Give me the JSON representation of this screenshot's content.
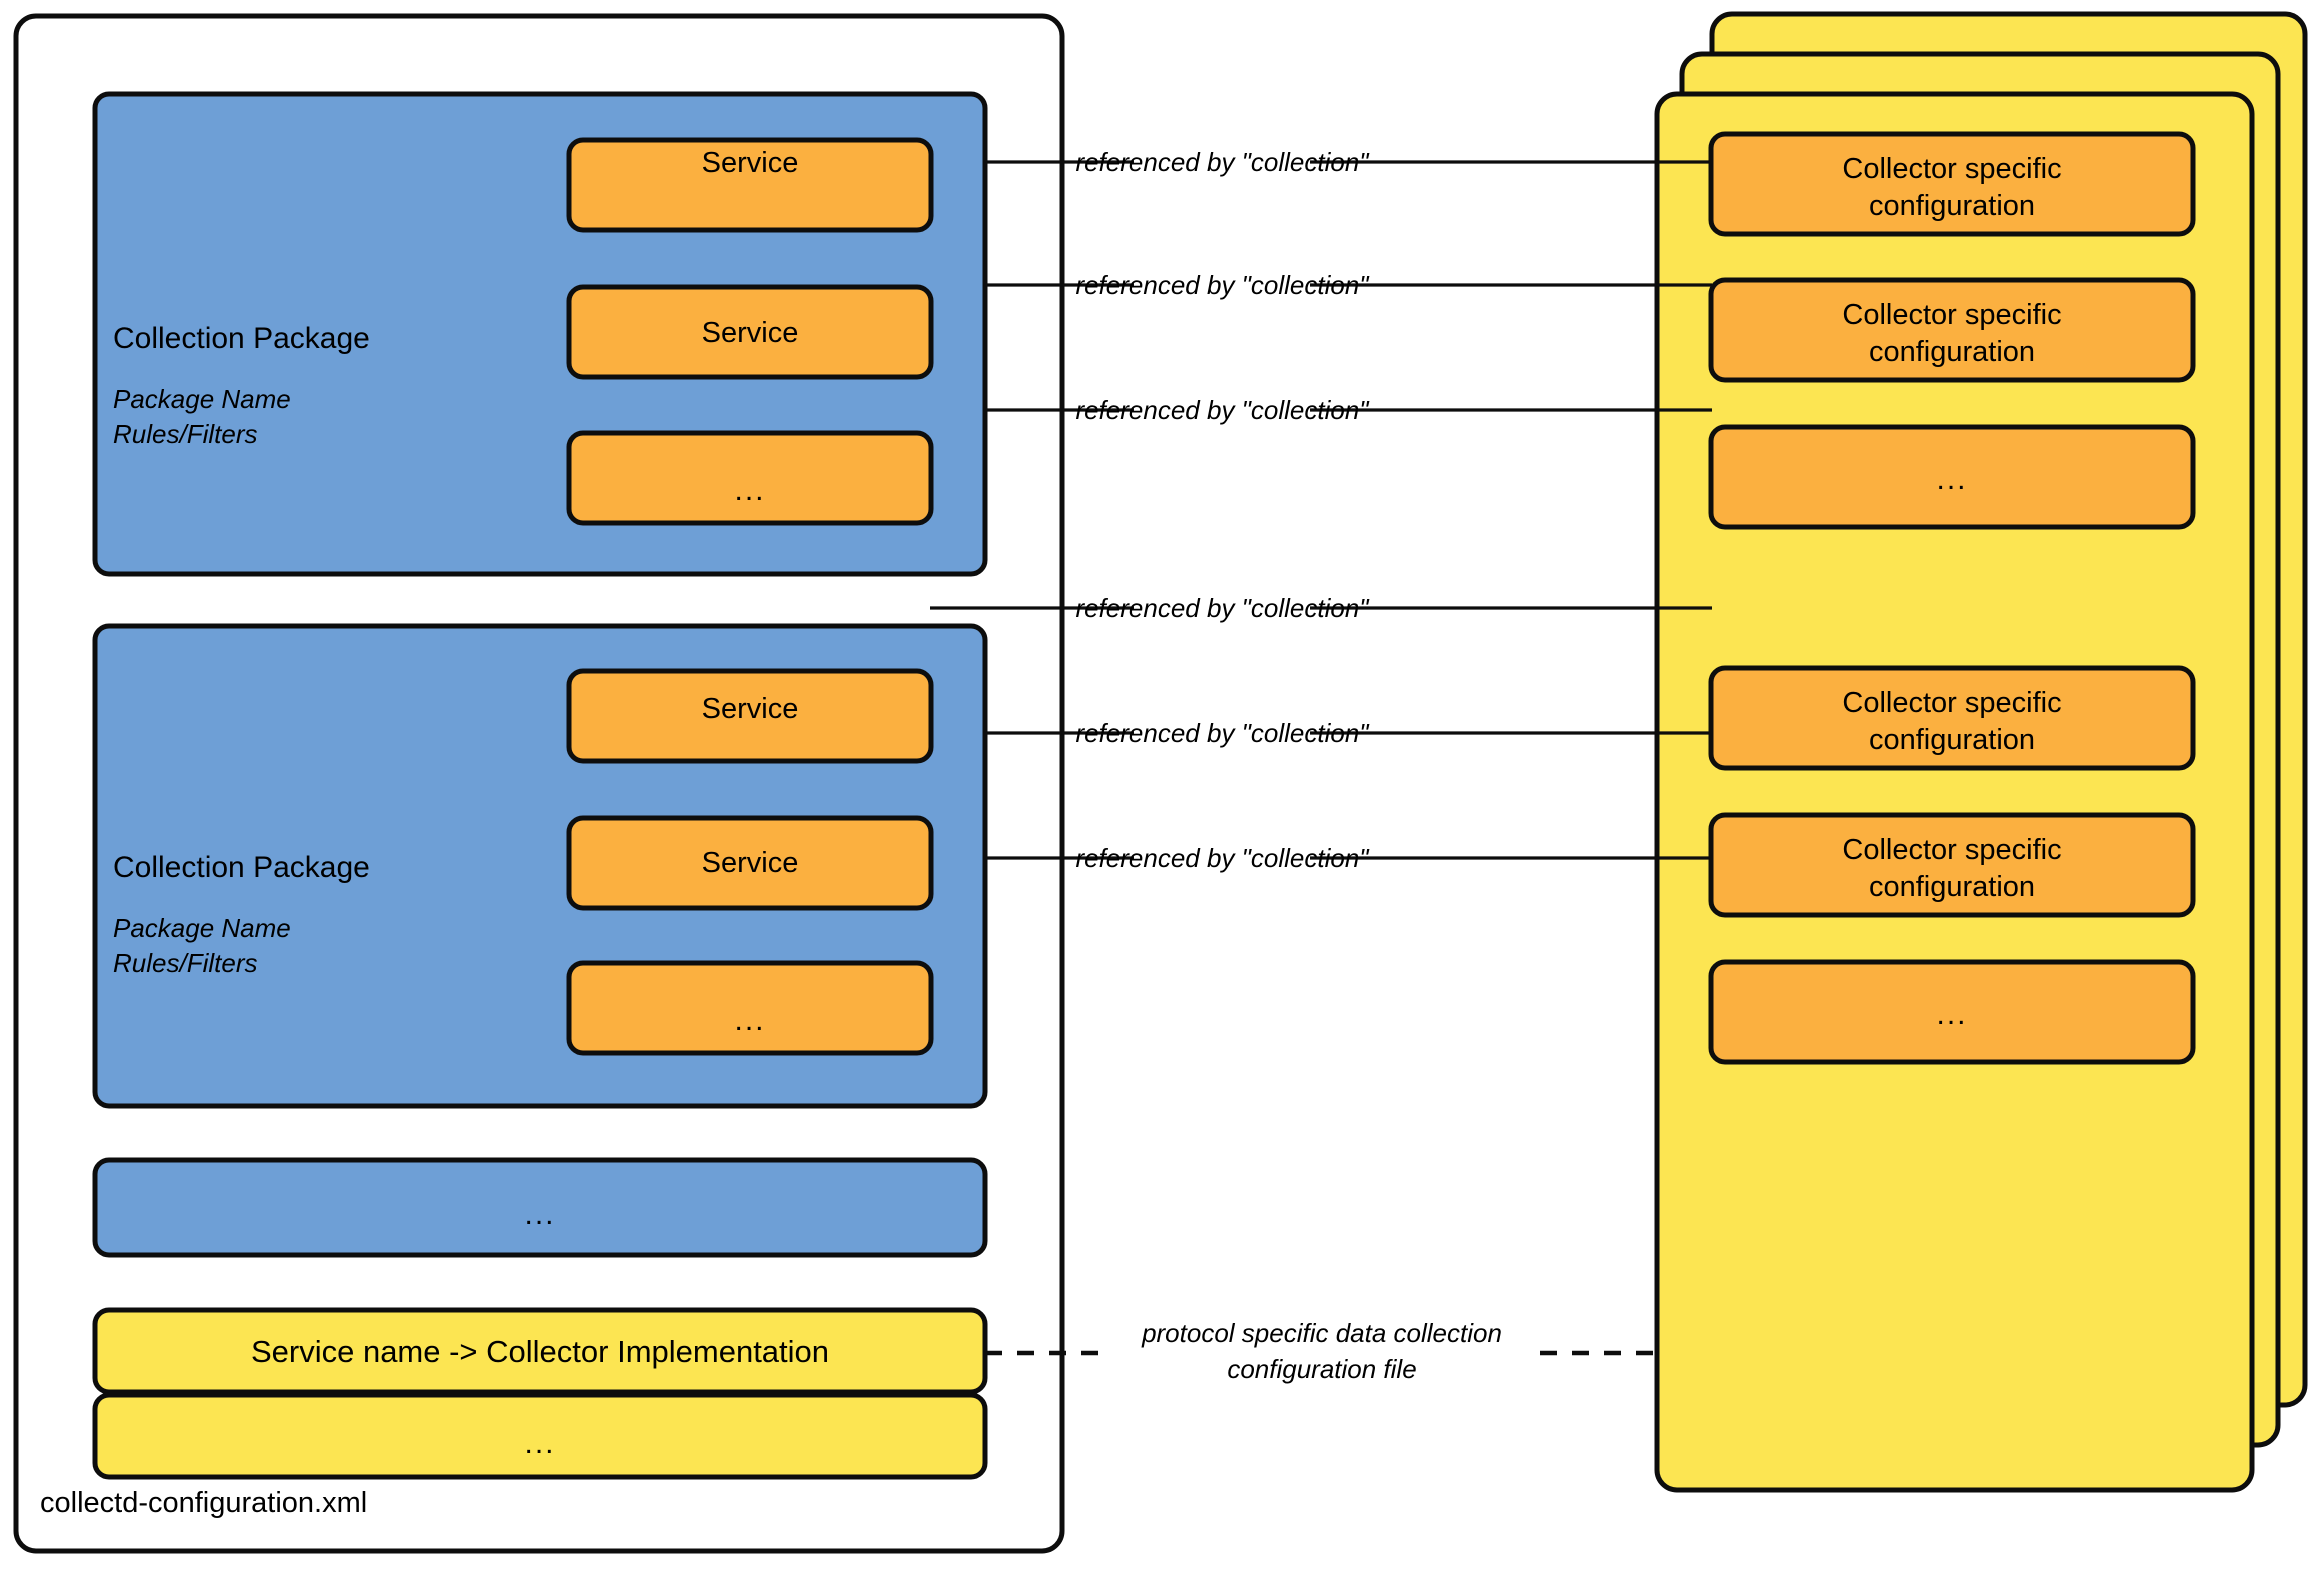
{
  "diagram": {
    "title_caption": "collectd-configuration.xml",
    "colors": {
      "blue_package": "#6E9FD6",
      "orange_service": "#FBB040",
      "yellow_panel": "#FCE552",
      "outline": "#0D0D0D",
      "background": "#FFFFFF"
    },
    "left_container": {
      "caption": "collectd-configuration.xml",
      "packages": [
        {
          "title": "Collection Package",
          "subtitle_lines": [
            "Package Name",
            "Rules/Filters"
          ],
          "services": [
            {
              "label": "Service"
            },
            {
              "label": "Service"
            },
            {
              "label": "..."
            }
          ]
        },
        {
          "title": "Collection Package",
          "subtitle_lines": [
            "Package Name",
            "Rules/Filters"
          ],
          "services": [
            {
              "label": "Service"
            },
            {
              "label": "Service"
            },
            {
              "label": "..."
            }
          ]
        }
      ],
      "package_ellipsis": "...",
      "mapping_row": "Service name -> Collector Implementation",
      "mapping_ellipsis": "..."
    },
    "edge_labels": {
      "referenced_by": "referenced by \"collection\"",
      "protocol_file_line1": "protocol specific data collection",
      "protocol_file_line2": "configuration file"
    },
    "connectors": [
      {
        "label": "referenced by \"collection\"",
        "style": "solid"
      },
      {
        "label": "referenced by \"collection\"",
        "style": "solid"
      },
      {
        "label": "referenced by \"collection\"",
        "style": "solid"
      },
      {
        "label": "referenced by \"collection\"",
        "style": "solid"
      },
      {
        "label": "referenced by \"collection\"",
        "style": "solid"
      },
      {
        "label": "referenced by \"collection\"",
        "style": "solid"
      },
      {
        "label": "protocol specific data collection configuration file",
        "style": "dashed"
      }
    ],
    "right_stack": {
      "panel_count": 3,
      "entries": [
        {
          "line1": "Collector specific",
          "line2": "configuration"
        },
        {
          "line1": "Collector specific",
          "line2": "configuration"
        },
        {
          "line1": "...",
          "line2": ""
        },
        {
          "line1": "Collector specific",
          "line2": "configuration"
        },
        {
          "line1": "Collector specific",
          "line2": "configuration"
        },
        {
          "line1": "...",
          "line2": ""
        }
      ]
    }
  }
}
